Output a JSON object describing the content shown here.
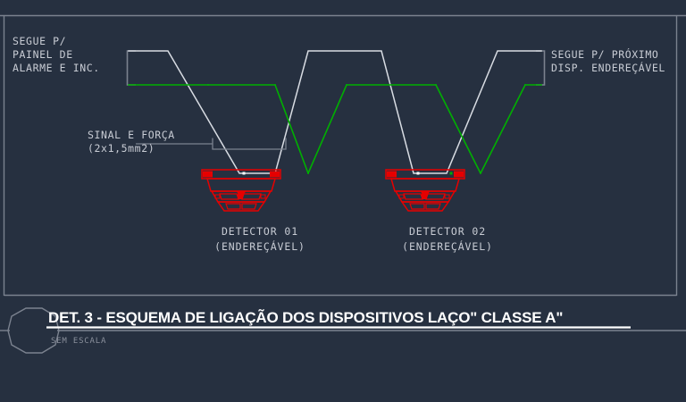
{
  "drawing": {
    "background_color": "#263040",
    "frame_color": "#7b828f",
    "wire_white_color": "#d8dce3",
    "wire_green_color": "#00b000",
    "device_color": "#e60000",
    "text_color": "#c8ccd4",
    "title_color": "#ffffff"
  },
  "labels": {
    "left_note_line1": "SEGUE P/",
    "left_note_line2": "PAINEL DE",
    "left_note_line3": "ALARME E INC.",
    "right_note_line1": "SEGUE P/ PRÓXIMO",
    "right_note_line2": "DISP. ENDEREÇÁVEL",
    "cable_note_line1": "SINAL E FORÇA",
    "cable_note_line2": "(2x1,5mm2)"
  },
  "devices": [
    {
      "id": "detector-01",
      "label_line1": "DETECTOR 01",
      "label_line2": "(ENDEREÇÁVEL)",
      "symbol": "smoke-detector-symbol"
    },
    {
      "id": "detector-02",
      "label_line1": "DETECTOR 02",
      "label_line2": "(ENDEREÇÁVEL)",
      "symbol": "smoke-detector-symbol"
    }
  ],
  "titleblock": {
    "bubble_shape": "octagon-callout",
    "title": "DET. 3 - ESQUEMA DE LIGAÇÃO DOS DISPOSITIVOS LAÇO\" CLASSE A\"",
    "scale": "SEM ESCALA"
  }
}
